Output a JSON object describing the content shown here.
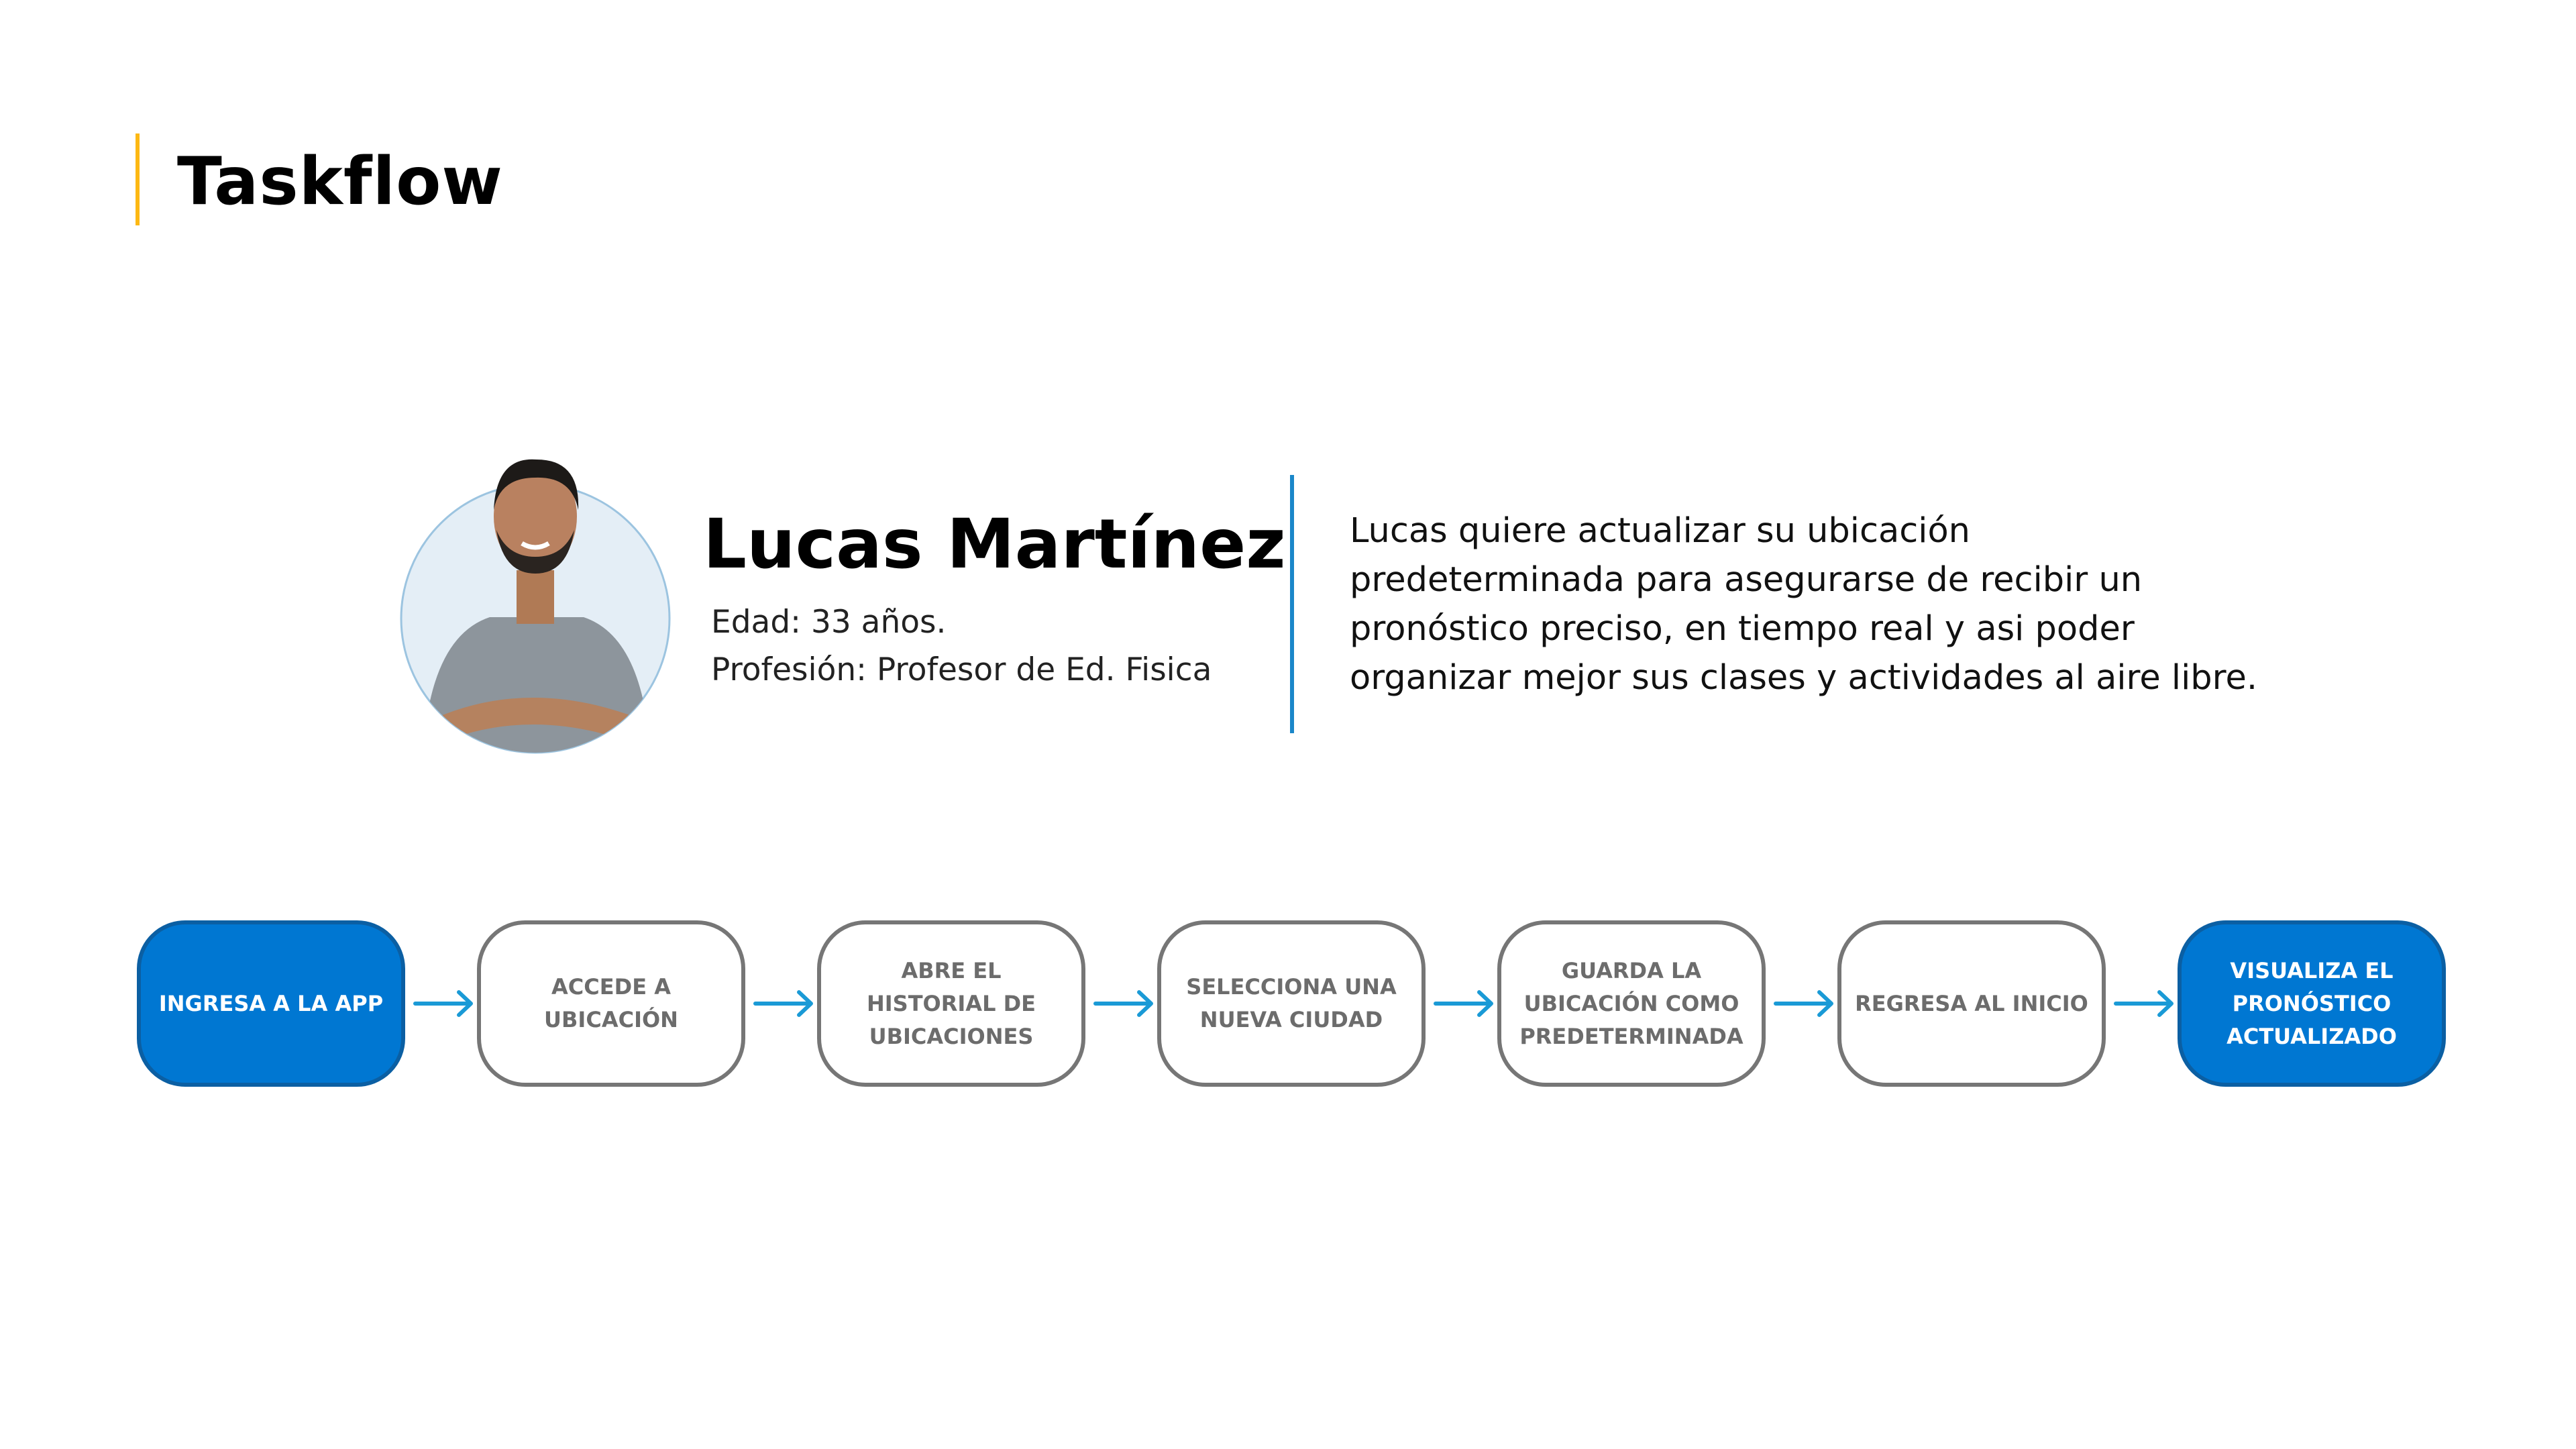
{
  "title": "Taskflow",
  "persona": {
    "name": "Lucas Martínez",
    "age": "Edad: 33 años.",
    "profession": "Profesión: Profesor de Ed. Fisica",
    "description_lines": [
      "Lucas quiere actualizar su ubicación",
      "predeterminada para asegurarse de recibir un",
      "pronóstico preciso, en tiempo real y asi poder",
      "organizar mejor sus clases y actividades al aire libre."
    ]
  },
  "steps": [
    {
      "label": "INGRESA A LA APP",
      "highlight": true
    },
    {
      "label": "ACCEDE A UBICACIÓN",
      "highlight": false
    },
    {
      "label": "ABRE EL HISTORIAL DE UBICACIONES",
      "highlight": false
    },
    {
      "label": "SELECCIONA UNA NUEVA CIUDAD",
      "highlight": false
    },
    {
      "label": "GUARDA LA UBICACIÓN COMO PREDETERMINADA",
      "highlight": false
    },
    {
      "label": "REGRESA AL INICIO",
      "highlight": false
    },
    {
      "label": "VISUALIZA EL PRONÓSTICO ACTUALIZADO",
      "highlight": true
    }
  ],
  "colors": {
    "accent": "#fdb813",
    "primary": "#0077d2",
    "arrow": "#1a9ad6",
    "border": "#767676"
  }
}
